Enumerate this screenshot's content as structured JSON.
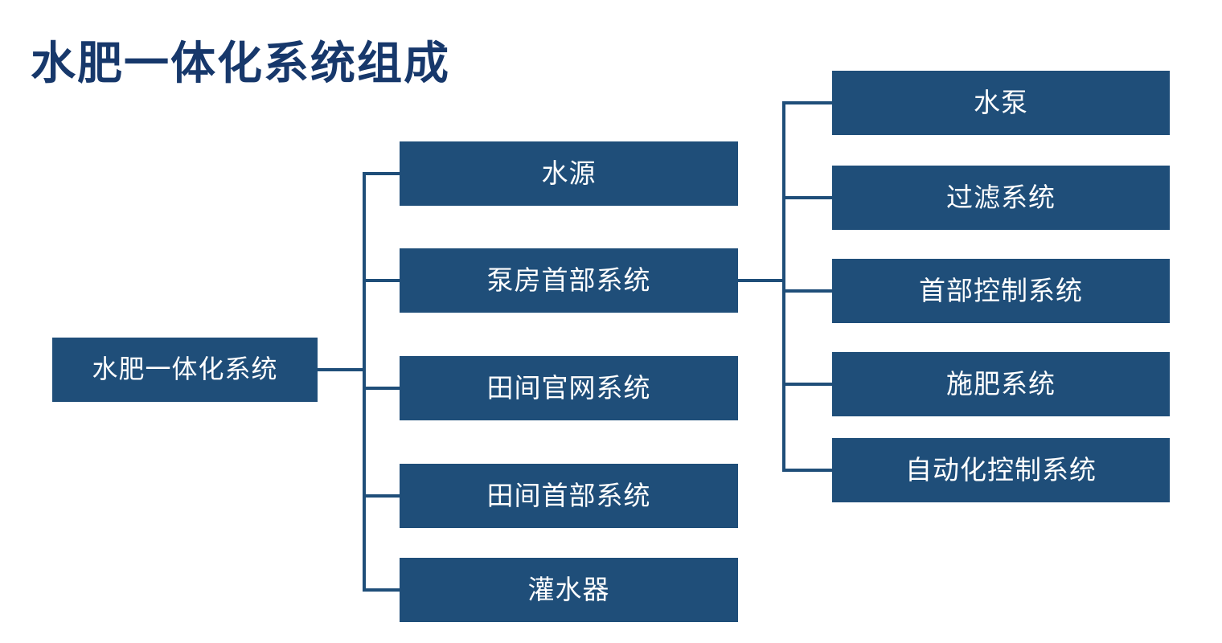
{
  "title": "水肥一体化系统组成",
  "colors": {
    "box": "#1F4E79",
    "line": "#1F4E79",
    "title": "#17386B",
    "text": "#FFFFFF"
  },
  "tree": {
    "root": {
      "label": "水肥一体化系统"
    },
    "level2": [
      {
        "label": "水源"
      },
      {
        "label": "泵房首部系统"
      },
      {
        "label": "田间官网系统"
      },
      {
        "label": "田间首部系统"
      },
      {
        "label": "灌水器"
      }
    ],
    "level3": [
      {
        "label": "水泵"
      },
      {
        "label": "过滤系统"
      },
      {
        "label": "首部控制系统"
      },
      {
        "label": "施肥系统"
      },
      {
        "label": "自动化控制系统"
      }
    ]
  }
}
